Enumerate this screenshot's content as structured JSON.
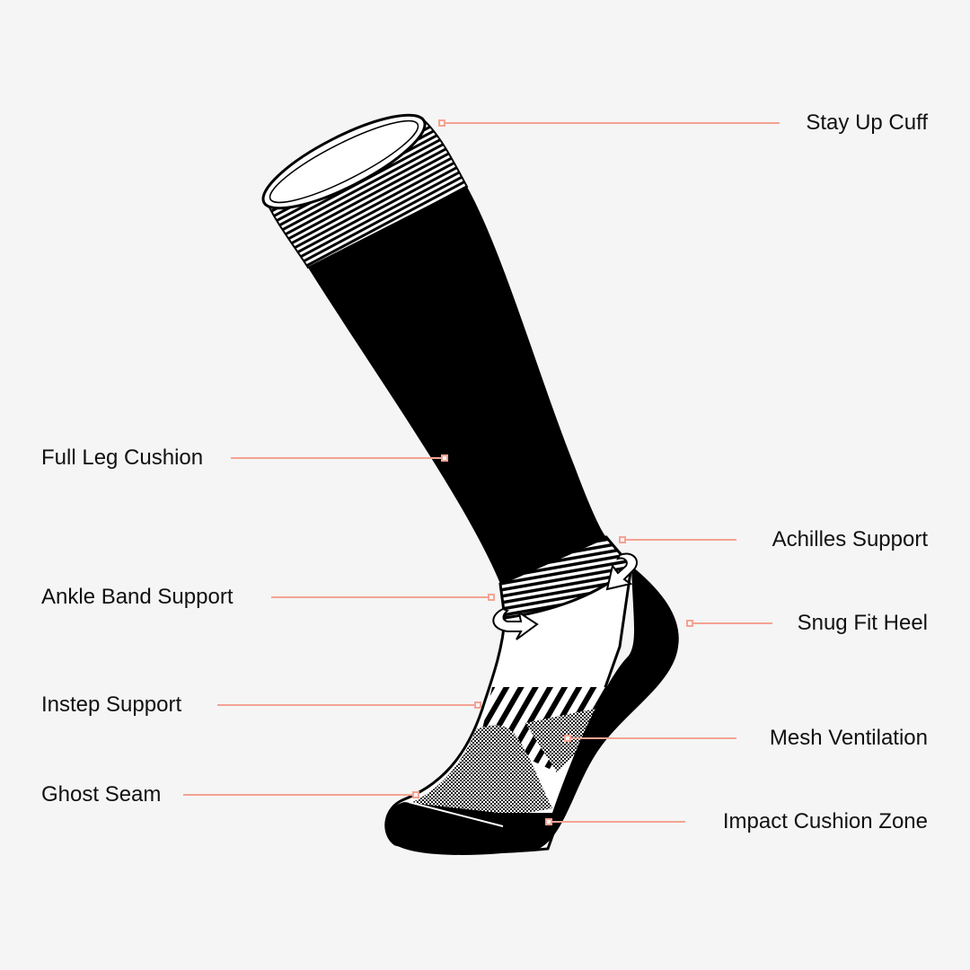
{
  "colors": {
    "background": "#f5f5f5",
    "leader": "#f4a393",
    "sock": "#000000"
  },
  "labels": {
    "stay_up_cuff": "Stay Up Cuff",
    "full_leg_cushion": "Full Leg Cushion",
    "achilles_support": "Achilles Support",
    "ankle_band_support": "Ankle Band Support",
    "snug_fit_heel": "Snug Fit Heel",
    "instep_support": "Instep Support",
    "mesh_ventilation": "Mesh Ventilation",
    "ghost_seam": "Ghost Seam",
    "impact_cushion_zone": "Impact Cushion Zone"
  }
}
